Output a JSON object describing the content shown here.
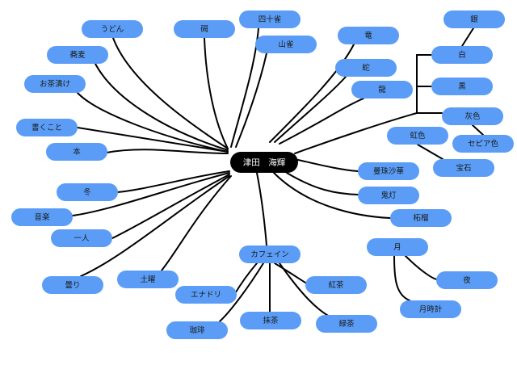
{
  "mindmap": {
    "center": "津田　海輝",
    "nodes": [
      {
        "id": "udon",
        "label": "うどん"
      },
      {
        "id": "suzume",
        "label": "碣"
      },
      {
        "id": "shijukara",
        "label": "四十雀"
      },
      {
        "id": "yamagara",
        "label": "山雀"
      },
      {
        "id": "soba",
        "label": "蕎麦"
      },
      {
        "id": "ochazuke",
        "label": "お茶漬け"
      },
      {
        "id": "kakukoto",
        "label": "書くこと"
      },
      {
        "id": "hon",
        "label": "本"
      },
      {
        "id": "ryu",
        "label": "竜"
      },
      {
        "id": "hebi",
        "label": "蛇"
      },
      {
        "id": "tatsu",
        "label": "龍"
      },
      {
        "id": "shiro",
        "label": "白"
      },
      {
        "id": "gin",
        "label": "銀"
      },
      {
        "id": "kuro",
        "label": "黒"
      },
      {
        "id": "haiiro",
        "label": "灰色"
      },
      {
        "id": "sepia",
        "label": "セピア色"
      },
      {
        "id": "nijiiro",
        "label": "虹色"
      },
      {
        "id": "houseki",
        "label": "宝石"
      },
      {
        "id": "manjushage",
        "label": "曼珠沙華"
      },
      {
        "id": "hozuki",
        "label": "鬼灯"
      },
      {
        "id": "zakuro",
        "label": "柘榴"
      },
      {
        "id": "fuyu",
        "label": "冬"
      },
      {
        "id": "ongaku",
        "label": "音楽"
      },
      {
        "id": "hitori",
        "label": "一人"
      },
      {
        "id": "kumori",
        "label": "曇り"
      },
      {
        "id": "doyou",
        "label": "土曜"
      },
      {
        "id": "caffeine",
        "label": "カフェイン"
      },
      {
        "id": "enadori",
        "label": "エナドリ"
      },
      {
        "id": "kohi",
        "label": "珈琲"
      },
      {
        "id": "maccha",
        "label": "抹茶"
      },
      {
        "id": "kocha",
        "label": "紅茶"
      },
      {
        "id": "ryokucha",
        "label": "緑茶"
      },
      {
        "id": "tsuki",
        "label": "月"
      },
      {
        "id": "yoru",
        "label": "夜"
      },
      {
        "id": "tsukidokei",
        "label": "月時計"
      }
    ]
  }
}
